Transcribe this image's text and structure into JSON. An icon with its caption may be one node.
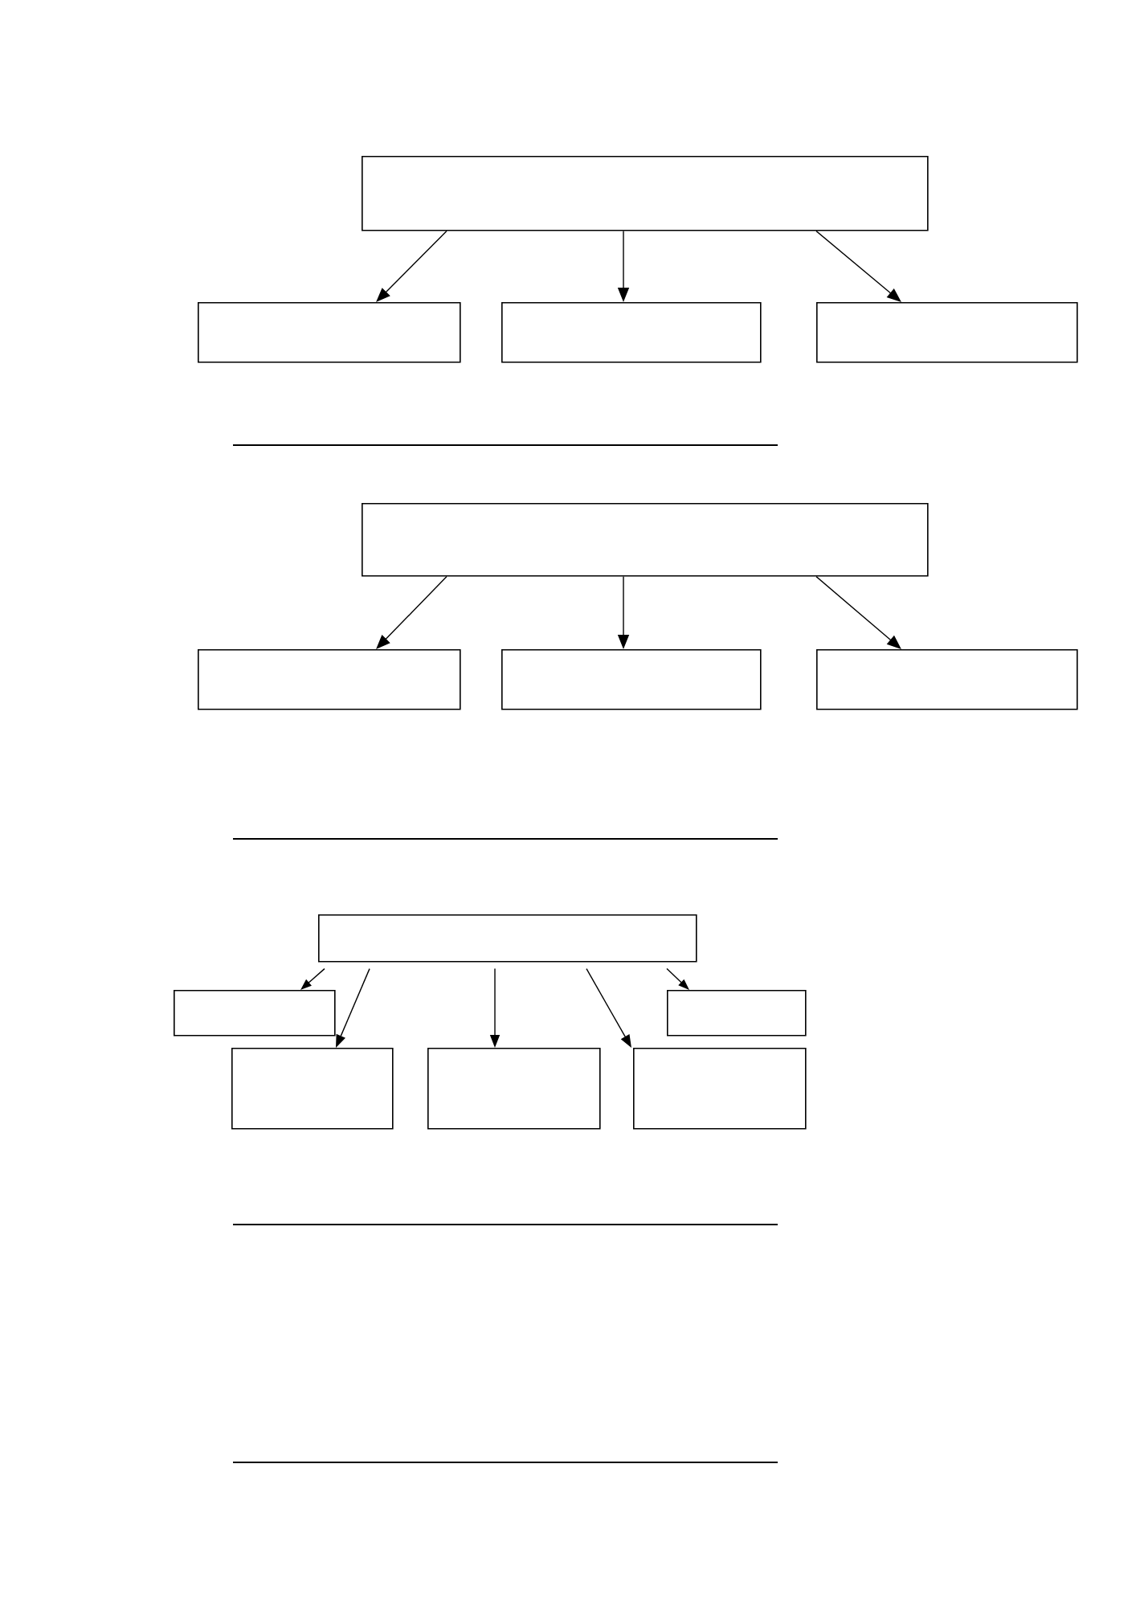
{
  "diagram": {
    "nodes": [
      {
        "text": [],
        "shape": "box"
      },
      {
        "text": [],
        "shape": "box"
      },
      {
        "text": [],
        "shape": "box"
      },
      {
        "text": [],
        "shape": "box"
      },
      {
        "text": [],
        "shape": "box"
      },
      {
        "text": [],
        "shape": "box"
      },
      {
        "text": [],
        "shape": "box"
      },
      {
        "text": [],
        "shape": "box"
      },
      {
        "text": [],
        "shape": "box"
      },
      {
        "text": [],
        "shape": "box"
      },
      {
        "text": [],
        "shape": "box"
      },
      {
        "text": [],
        "shape": "box"
      },
      {
        "text": [],
        "shape": "box"
      },
      {
        "text": [],
        "shape": "box"
      }
    ],
    "edges": [
      {
        "from": 0,
        "to": 1,
        "arrow": "to"
      },
      {
        "from": 0,
        "to": 2,
        "arrow": "to"
      },
      {
        "from": 0,
        "to": 3,
        "arrow": "to"
      },
      {
        "from": 4,
        "to": 5,
        "arrow": "to"
      },
      {
        "from": 4,
        "to": 6,
        "arrow": "to"
      },
      {
        "from": 4,
        "to": 7,
        "arrow": "to"
      },
      {
        "from": 8,
        "to": 9,
        "arrow": "to"
      },
      {
        "from": 8,
        "to": 11,
        "arrow": "to"
      },
      {
        "from": 8,
        "to": 12,
        "arrow": "to"
      },
      {
        "from": 8,
        "to": 13,
        "arrow": "to"
      },
      {
        "from": 8,
        "to": 10,
        "arrow": "to"
      }
    ]
  }
}
